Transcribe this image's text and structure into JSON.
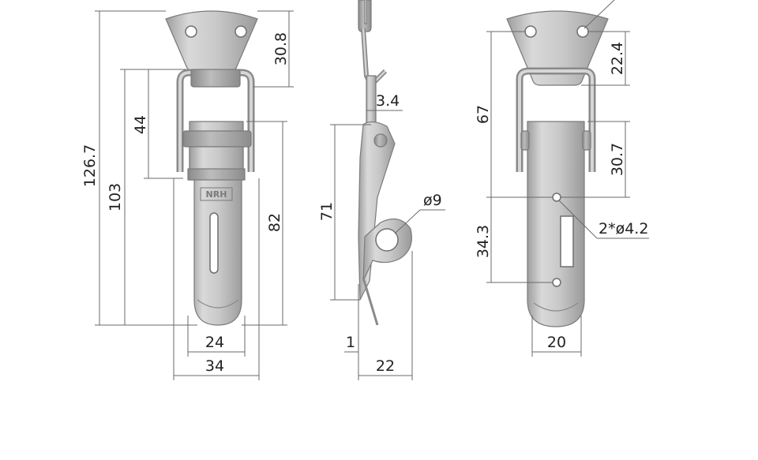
{
  "views": {
    "front": {
      "logo": "NRH",
      "dims": {
        "top_plate": "30.8",
        "overall_height": "126.7",
        "height_103": "103",
        "frame_44": "44",
        "body_82": "82",
        "inner_width": "24",
        "outer_width": "34"
      }
    },
    "side": {
      "dims": {
        "thickness": "3.4",
        "height_71": "71",
        "hole": "ø9",
        "gap": "1",
        "depth": "22"
      }
    },
    "back": {
      "dims": {
        "top_22": "22.4",
        "height_67": "67",
        "body_30": "30.7",
        "holes": "2*ø4.2",
        "spacing": "34.3",
        "width_20": "20"
      }
    }
  },
  "colors": {
    "metal_light": "#d8d8d8",
    "metal_dark": "#a9a9a9",
    "dim_line": "#6a6a6a",
    "text": "#222222"
  }
}
